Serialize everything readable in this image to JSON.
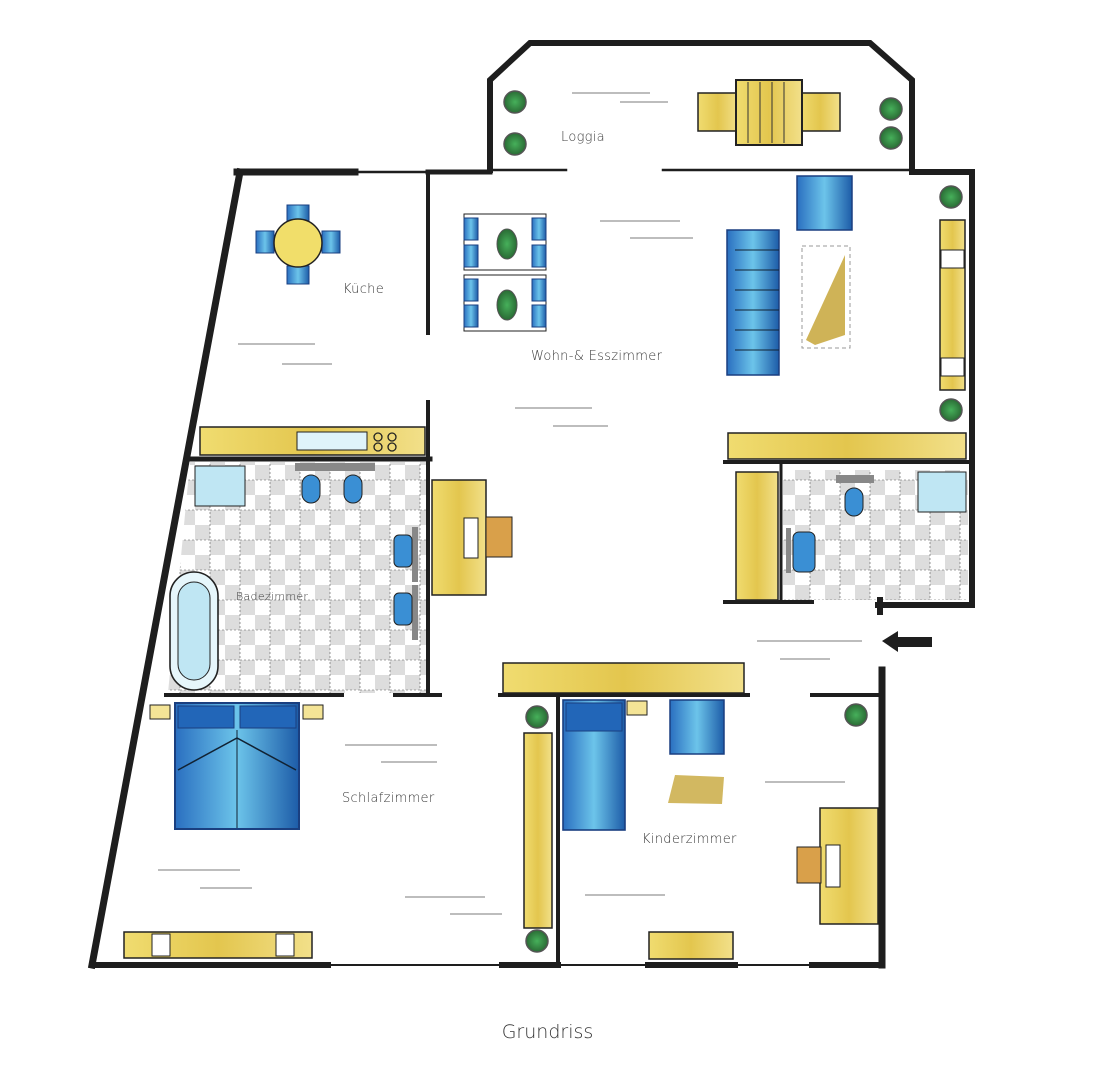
{
  "caption": "Grundriss",
  "rooms": {
    "loggia": "Loggia",
    "kueche": "Küche",
    "wohn_ess": "Wohn-& Esszimmer",
    "bad": "Badezimmer",
    "schlaf": "Schlafzimmer",
    "kinder": "Kinderzimmer"
  },
  "icons": {
    "entrance": "entrance-arrow-icon",
    "plant": "potted-plant-icon",
    "bed": "bed-icon",
    "table": "table-icon",
    "wc": "toilet-icon",
    "sink": "sink-icon",
    "bathtub": "bathtub-icon",
    "sofa": "sofa-icon"
  },
  "colors": {
    "wall": "#1e1e1e",
    "wood": "#e8cf5a",
    "wood_dark": "#c9a93a",
    "blue": "#1f78c8",
    "blue_light": "#7fd0ea",
    "plant": "#3a9a4a",
    "tile": "#cfcfcf"
  }
}
